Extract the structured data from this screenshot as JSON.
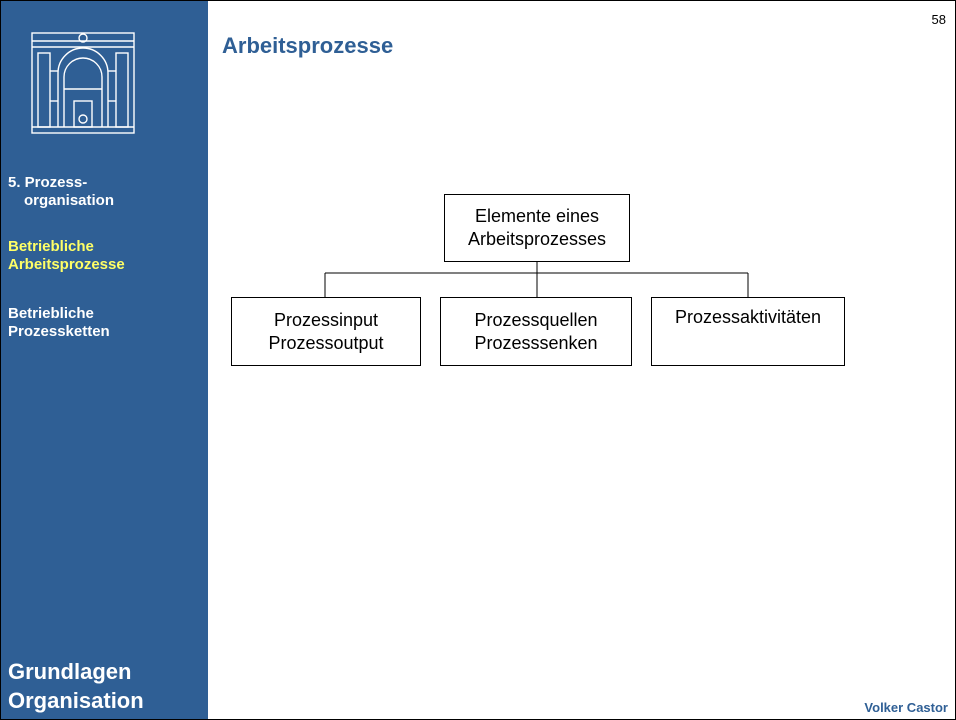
{
  "page_number": "58",
  "title": "Arbeitsprozesse",
  "sidebar": {
    "items": [
      {
        "line1": "5. Prozess-",
        "line2": "organisation",
        "active": false
      },
      {
        "line1": "Betriebliche",
        "line2": "Arbeitsprozesse",
        "active": true
      },
      {
        "line1": "Betriebliche",
        "line2": "Prozessketten",
        "active": false
      }
    ],
    "brand_line1": "Grundlagen",
    "brand_line2": "Organisation"
  },
  "diagram": {
    "root": {
      "line1": "Elemente eines",
      "line2": "Arbeitsprozesses"
    },
    "children": [
      {
        "line1": "Prozessinput",
        "line2": "Prozessoutput"
      },
      {
        "line1": "Prozessquellen",
        "line2": "Prozesssenken"
      },
      {
        "line1": "Prozessaktivitäten",
        "line2": ""
      }
    ]
  },
  "author": "Volker Castor",
  "colors": {
    "sidebar": "#2f5f95",
    "active_nav": "#ffff66",
    "title": "#2f5f95"
  },
  "logo_icon": "gate-logo-icon"
}
